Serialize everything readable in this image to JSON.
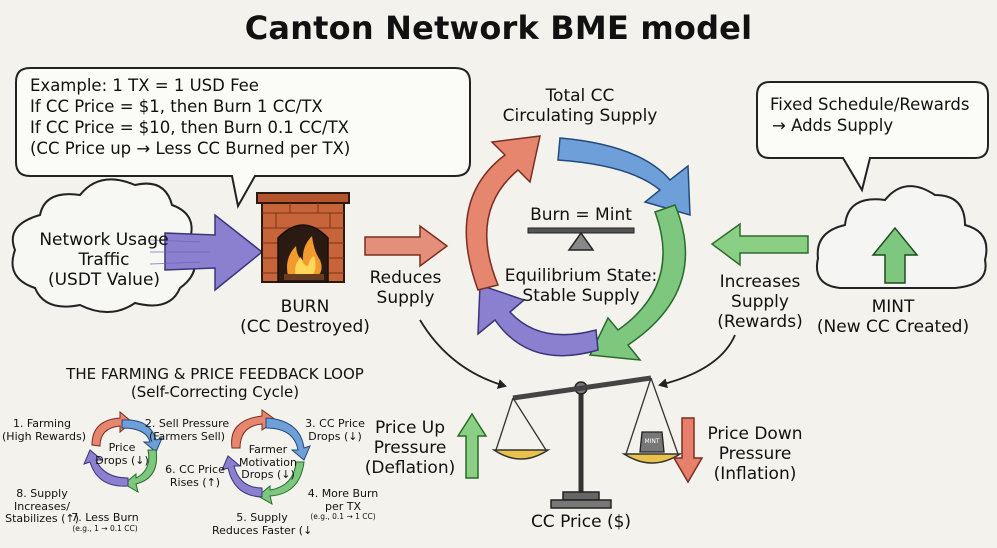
{
  "title": "Canton Network BME model",
  "example_bubble": {
    "line1": "Example: 1 TX = 1 USD Fee",
    "line2": "If CC Price = $1, then Burn 1 CC/TX",
    "line3": "If CC Price = $10, then Burn 0.1 CC/TX",
    "line4": "(CC Price up → Less CC Burned per TX)"
  },
  "schedule_bubble": {
    "line1": "Fixed Schedule/Rewards",
    "line2": "→ Adds Supply"
  },
  "network_cloud": {
    "line1": "Network Usage",
    "line2": "Traffic",
    "line3": "(USDT Value)"
  },
  "burn": {
    "label": "BURN",
    "sublabel": "(CC Destroyed)"
  },
  "mint": {
    "label": "MINT",
    "sublabel": "(New CC Created)"
  },
  "reduces_supply": {
    "line1": "Reduces",
    "line2": "Supply"
  },
  "increases_supply": {
    "line1": "Increases",
    "line2": "Supply",
    "line3": "(Rewards)"
  },
  "cycle": {
    "top_line1": "Total CC",
    "top_line2": "Circulating Supply",
    "balance_label": "Burn = Mint",
    "eq_line1": "Equilibrium State:",
    "eq_line2": "Stable Supply"
  },
  "price": {
    "up_line1": "Price Up",
    "up_line2": "Pressure",
    "up_line3": "(Deflation)",
    "down_line1": "Price Down",
    "down_line2": "Pressure",
    "down_line3": "(Inflation)",
    "scale_label": "CC Price ($)",
    "weight_label": "MINT"
  },
  "feedback": {
    "heading": "THE FARMING & PRICE FEEDBACK LOOP",
    "subheading": "(Self-Correcting Cycle)",
    "left_loop": {
      "step1_line1": "1. Farming",
      "step1_line2": "(High Rewards)",
      "step2_line1": "2. Sell Pressure",
      "step2_line2": "(Farmers Sell)",
      "center_line1": "Price",
      "center_line2": "Drops (↓)",
      "step6_line1": "6. CC Price",
      "step6_line2": "Rises (↑)",
      "step7_line1": "7. Less Burn",
      "step7_line2": "(e.g., 1 → 0.1 CC)",
      "step8_line1": "8. Supply",
      "step8_line2": "Increases/",
      "step8_line3": "Stabilizes (↑)"
    },
    "right_loop": {
      "step3_line1": "3. CC Price",
      "step3_line2": "Drops (↓)",
      "center_line1": "Farmer",
      "center_line2": "Motivation",
      "center_line3": "Drops (↓)",
      "step4_line1": "4. More Burn",
      "step4_line2": "per TX",
      "step4_line3": "(e.g., 0.1 → 1 CC)",
      "step5_line1": "5. Supply",
      "step5_line2": "Reduces Faster (↓"
    }
  },
  "colors": {
    "background": "#f3f2ec",
    "arrow_red": "#e07f70",
    "arrow_blue": "#6f9fd8",
    "arrow_green": "#7dc77e",
    "arrow_purple": "#8b80cf",
    "brick": "#c8643a",
    "fire": "#f29a2e"
  }
}
